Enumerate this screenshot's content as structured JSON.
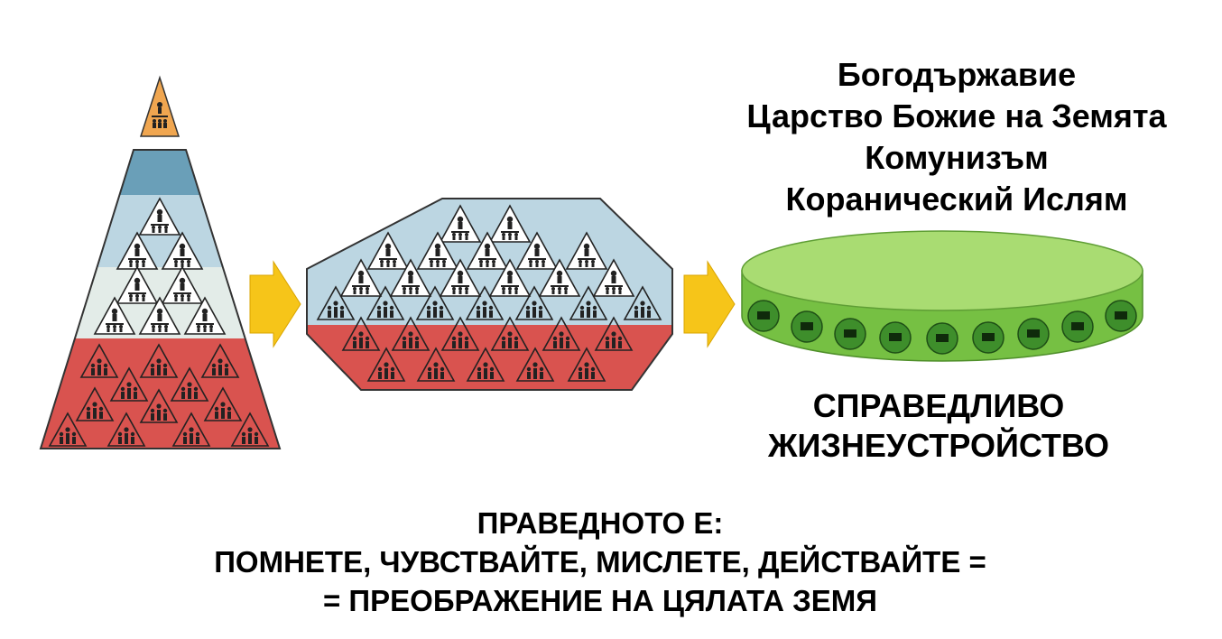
{
  "stages": {
    "pyramid": {
      "fill_top": "#6a9fb8",
      "fill_upper": "#bcd6e2",
      "fill_middle": "#e3ece8",
      "fill_lower": "#d9534f",
      "apex": "#f0a650"
    },
    "hexagon": {
      "fill_upper": "#bcd6e2",
      "fill_lower": "#d9534f"
    },
    "disk": {
      "fill_top": "#a9dc72",
      "fill_side": "#76c043",
      "bead": "#3e8e2b"
    }
  },
  "arrows": {
    "color": "#f6c519",
    "names": [
      "arrow-1",
      "arrow-2"
    ]
  },
  "right_labels": {
    "lines": [
      "Богодържавие",
      "Царство Божие на Земята",
      "Комунизъм",
      "Коранический Ислям"
    ]
  },
  "right_caption": {
    "lines": [
      "СПРАВЕДЛИВО",
      "ЖИЗНЕУСТРОЙСТВО"
    ]
  },
  "bottom_text": {
    "lines": [
      "ПРАВЕДНОТО Е:",
      "ПОМНЕТЕ, ЧУВСТВАЙТЕ, МИСЛЕТЕ, ДЕЙСТВАЙТЕ =",
      "= ПРЕОБРАЖЕНИЕ НА ЦЯЛАТА ЗЕМЯ"
    ]
  },
  "icons": [
    "hierarchy-triangle-icon",
    "people-triangle-icon",
    "people-circle-icon"
  ]
}
